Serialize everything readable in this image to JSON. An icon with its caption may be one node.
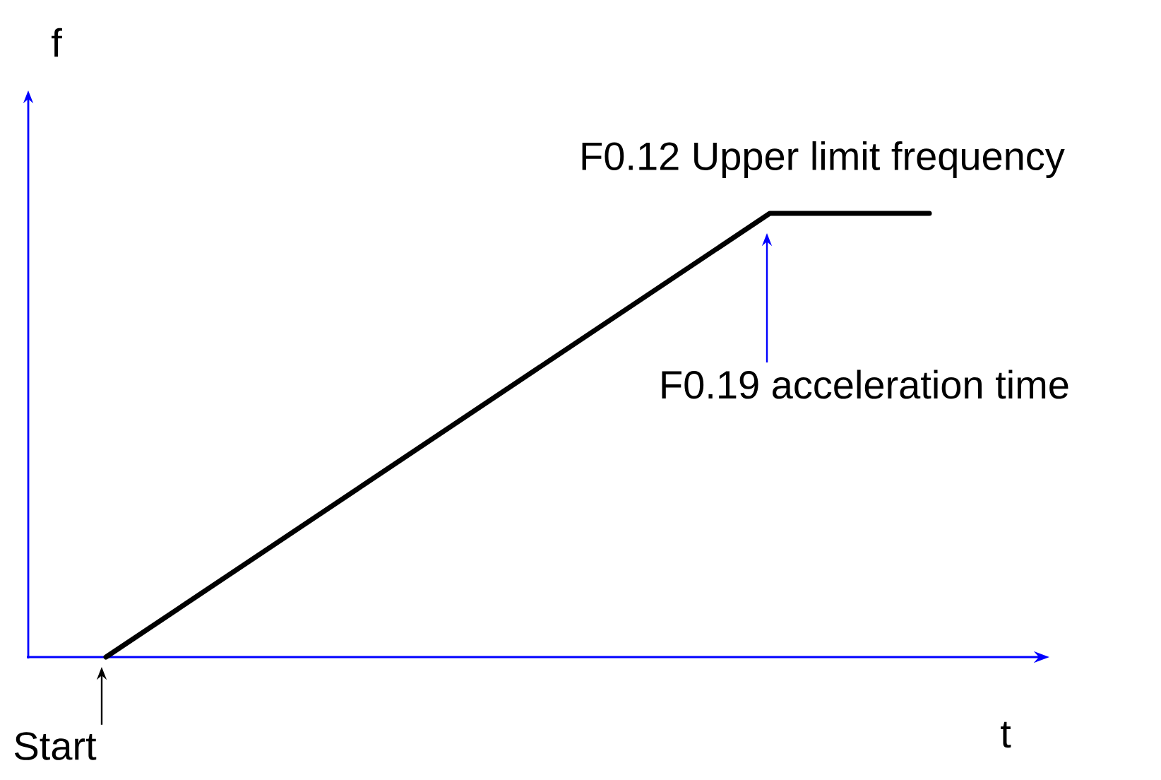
{
  "diagram": {
    "nodes": [
      {
        "text": [
          "Start"
        ]
      },
      {
        "text": [
          "F0.19 acceleration time"
        ]
      }
    ],
    "edges": [
      {
        "from": 0,
        "to": null,
        "arrow": "to"
      },
      {
        "from": 1,
        "to": null,
        "arrow": "to",
        "color": "#0000ff"
      }
    ],
    "labels": [
      "f",
      "F0.12 Upper limit frequency",
      "t"
    ]
  }
}
